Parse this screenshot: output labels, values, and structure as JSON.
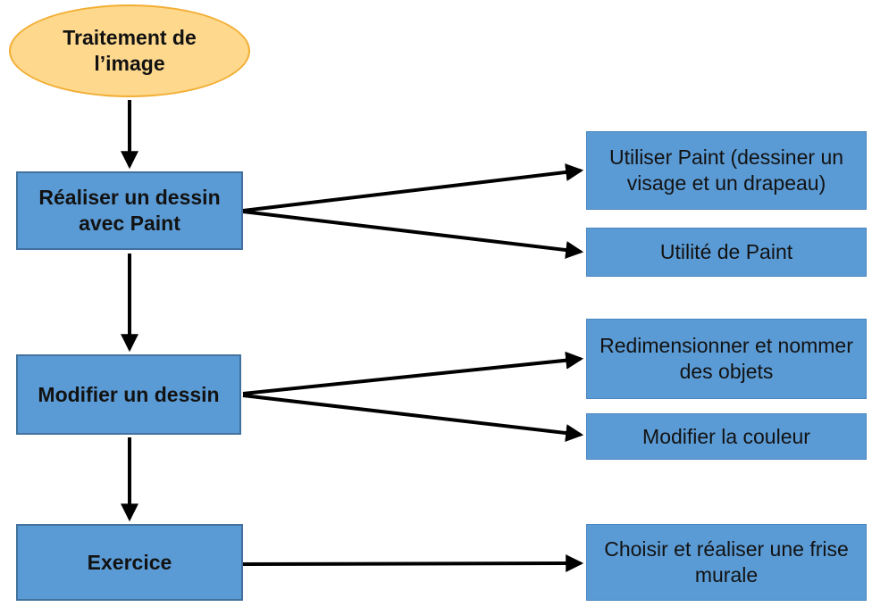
{
  "diagram": {
    "title": "Traitement de l’image — flowchart",
    "root": {
      "id": "traitement-image",
      "label": "Traitement de l’image",
      "shape": "ellipse"
    },
    "left_nodes": [
      {
        "id": "realiser-dessin",
        "label": "Réaliser un dessin avec Paint",
        "shape": "rect"
      },
      {
        "id": "modifier-dessin",
        "label": "Modifier un dessin",
        "shape": "rect"
      },
      {
        "id": "exercice",
        "label": "Exercice",
        "shape": "rect"
      }
    ],
    "right_nodes": [
      {
        "id": "utiliser-paint",
        "label": "Utiliser Paint (dessiner un visage et un drapeau)",
        "shape": "rect"
      },
      {
        "id": "utilite-paint",
        "label": "Utilité de Paint",
        "shape": "rect"
      },
      {
        "id": "redimensionner-nommer",
        "label": "Redimensionner et nommer des objets",
        "shape": "rect"
      },
      {
        "id": "modifier-couleur",
        "label": "Modifier la couleur",
        "shape": "rect"
      },
      {
        "id": "frise-murale",
        "label": "Choisir et réaliser une frise murale",
        "shape": "rect"
      }
    ],
    "edges": [
      {
        "from": "traitement-image",
        "to": "realiser-dessin"
      },
      {
        "from": "realiser-dessin",
        "to": "utiliser-paint"
      },
      {
        "from": "realiser-dessin",
        "to": "utilite-paint"
      },
      {
        "from": "realiser-dessin",
        "to": "modifier-dessin"
      },
      {
        "from": "modifier-dessin",
        "to": "redimensionner-nommer"
      },
      {
        "from": "modifier-dessin",
        "to": "modifier-couleur"
      },
      {
        "from": "modifier-dessin",
        "to": "exercice"
      },
      {
        "from": "exercice",
        "to": "frise-murale"
      }
    ]
  },
  "colors": {
    "node_fill": "#5b9bd5",
    "node_border_strong": "#41719c",
    "node_border_light": "#4a86c0",
    "root_fill": "#fdd88d",
    "root_border": "#f2ae33",
    "arrow": "#000000"
  }
}
